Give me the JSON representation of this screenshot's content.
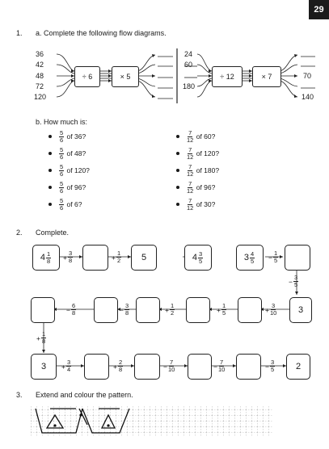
{
  "page_number": "29",
  "q1": {
    "number": "1.",
    "part_a": "a.  Complete the following flow diagrams.",
    "diagram1": {
      "inputs": [
        "36",
        "42",
        "48",
        "72",
        "120"
      ],
      "op1": "÷ 6",
      "op2": "× 5"
    },
    "diagram2": {
      "inputs": [
        "24",
        "60",
        "",
        "",
        "180"
      ],
      "op1": "÷ 12",
      "op2": "× 7",
      "outputs": [
        "",
        "",
        "70",
        "",
        "140"
      ]
    },
    "part_b": "b.  How much is:",
    "left_items": [
      {
        "num": "5",
        "den": "6",
        "text": "of 36?"
      },
      {
        "num": "5",
        "den": "6",
        "text": "of 48?"
      },
      {
        "num": "5",
        "den": "6",
        "text": "of 120?"
      },
      {
        "num": "5",
        "den": "6",
        "text": "of 96?"
      },
      {
        "num": "5",
        "den": "6",
        "text": "of 6?"
      }
    ],
    "right_items": [
      {
        "num": "7",
        "den": "12",
        "text": "of 60?"
      },
      {
        "num": "7",
        "den": "12",
        "text": "of 120?"
      },
      {
        "num": "7",
        "den": "12",
        "text": "of 180?"
      },
      {
        "num": "7",
        "den": "12",
        "text": "of 96?"
      },
      {
        "num": "7",
        "den": "12",
        "text": "of 30?"
      }
    ]
  },
  "q2": {
    "number": "2.",
    "title": "Complete.",
    "row1": {
      "start_whole": "4",
      "start_num": "1",
      "start_den": "8",
      "op1_sign": "+",
      "op1_num": "3",
      "op1_den": "8",
      "op2_sign": "+",
      "op2_num": "1",
      "op2_den": "2",
      "value": "5",
      "mid_whole": "4",
      "mid_num": "3",
      "mid_den": "5",
      "right_whole": "3",
      "right_num": "4",
      "right_den": "5",
      "op3_sign": "−",
      "op3_num": "1",
      "op3_den": "5",
      "down_sign": "−",
      "down_num": "3",
      "down_den": "5"
    },
    "row2": {
      "op1_sign": "−",
      "op1_num": "6",
      "op1_den": "8",
      "op2_sign": "−",
      "op2_num": "3",
      "op2_den": "8",
      "op3_sign": "+",
      "op3_num": "1",
      "op3_den": "2",
      "op4_sign": "+",
      "op4_num": "1",
      "op4_den": "5",
      "op5_sign": "+",
      "op5_num": "3",
      "op5_den": "10",
      "end": "3",
      "down_sign": "+",
      "down_num": "1",
      "down_den": "8"
    },
    "row3": {
      "start": "3",
      "op1_sign": "+",
      "op1_num": "3",
      "op1_den": "4",
      "op2_sign": "+",
      "op2_num": "2",
      "op2_den": "8",
      "op3_sign": "−",
      "op3_num": "7",
      "op3_den": "10",
      "op4_sign": "−",
      "op4_num": "7",
      "op4_den": "10",
      "op5_sign": "−",
      "op5_num": "3",
      "op5_den": "5",
      "end": "2"
    }
  },
  "q3": {
    "number": "3.",
    "title": "Extend and colour the pattern."
  }
}
